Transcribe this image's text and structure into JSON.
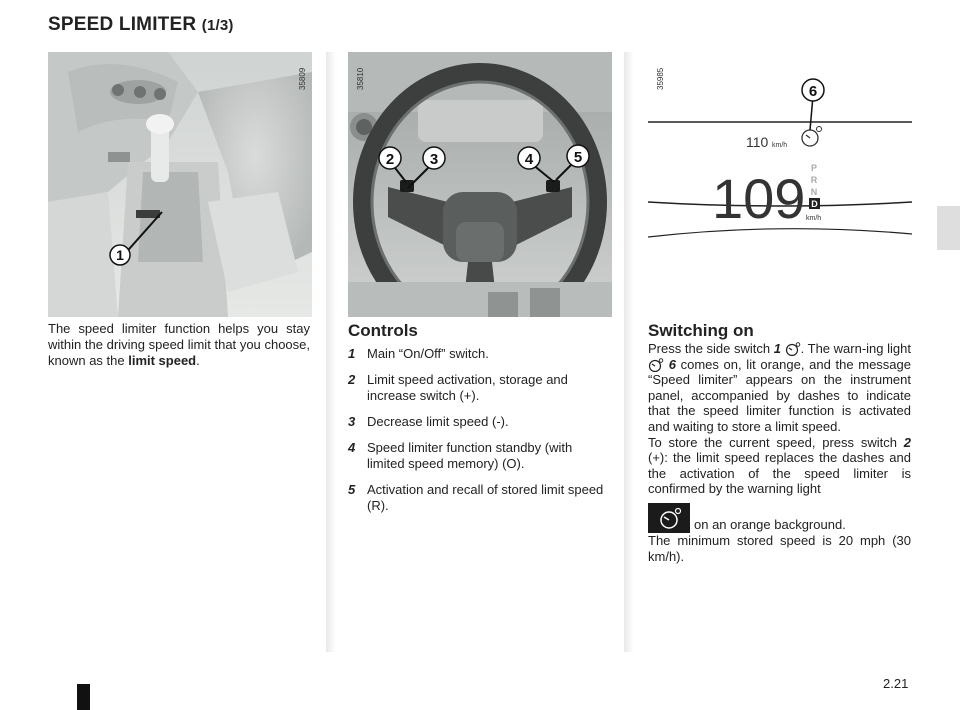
{
  "page": {
    "title": "SPEED LIMITER",
    "title_suffix": "(1/3)",
    "page_number": "2.21"
  },
  "images": {
    "left": {
      "id": "35809",
      "callouts": [
        "1"
      ]
    },
    "middle": {
      "id": "35810",
      "callouts": [
        "2",
        "3",
        "4",
        "5"
      ]
    },
    "right": {
      "id": "35985",
      "callouts": [
        "6"
      ],
      "set_speed": "110",
      "set_unit": "km/h",
      "speed": "109",
      "speed_unit": "km/h",
      "gears": [
        "P",
        "R",
        "N",
        "D"
      ]
    }
  },
  "intro": {
    "text": "The speed limiter function helps you stay within the driving speed limit that you choose, known as the ",
    "bold": "limit speed",
    "end": "."
  },
  "controls": {
    "heading": "Controls",
    "items": [
      {
        "n": "1",
        "text": "Main “On/Off” switch."
      },
      {
        "n": "2",
        "text": "Limit speed activation, storage and increase switch (+)."
      },
      {
        "n": "3",
        "text": "Decrease limit speed (-)."
      },
      {
        "n": "4",
        "text": "Speed limiter function standby (with limited speed memory) (O)."
      },
      {
        "n": "5",
        "text": "Activation and recall of stored limit speed (R)."
      }
    ]
  },
  "switching": {
    "heading": "Switching on",
    "p1_a": "Press the side switch ",
    "p1_n1": "1",
    "p1_b": ". The warn-ing light ",
    "p1_n2": "6",
    "p1_c": " comes on, lit orange, and the message “Speed limiter” appears on the instrument panel, accompanied by dashes to indicate that the speed limiter function is activated and waiting to store a limit speed.",
    "p2_a": "To store the current speed, press switch ",
    "p2_n": "2",
    "p2_b": " (+): the limit speed replaces the dashes and the activation of the speed limiter is confirmed by the warning light",
    "p3": "on an orange background.",
    "p4": "The minimum stored speed is 20 mph (30 km/h)."
  }
}
